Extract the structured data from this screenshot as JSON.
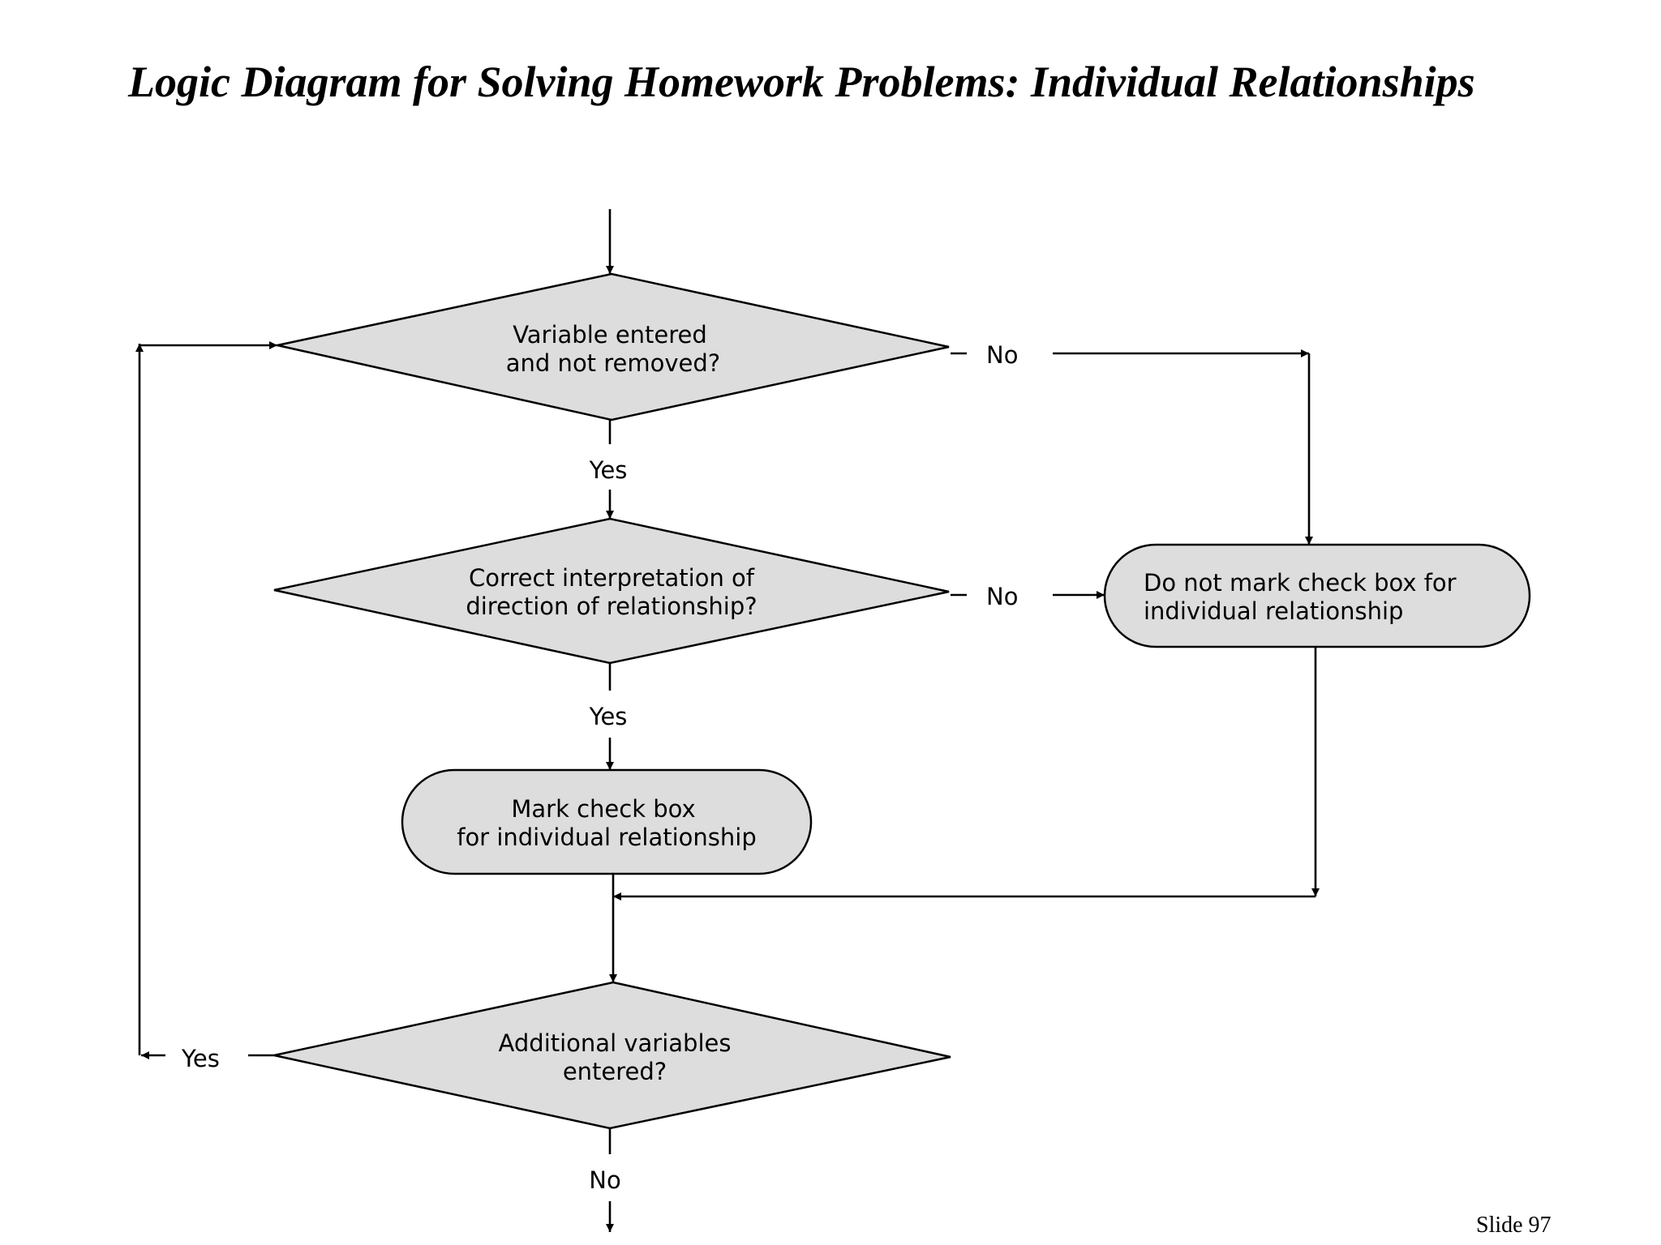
{
  "title": "Logic Diagram for Solving Homework Problems: Individual Relationships",
  "slide_number": "Slide 97",
  "colors": {
    "node_fill": "#dddddd",
    "stroke": "#000000",
    "text": "#000000",
    "background": "#ffffff"
  },
  "nodes": {
    "decision1": {
      "line1": "Variable entered",
      "line2": "and not removed?"
    },
    "decision2": {
      "line1": "Correct interpretation of",
      "line2": "direction of relationship?"
    },
    "mark": {
      "line1": "Mark check box",
      "line2": "for individual relationship"
    },
    "no_mark": {
      "line1": "Do not mark check box for",
      "line2": "individual relationship"
    },
    "decision3": {
      "line1": "Additional variables",
      "line2": "entered?"
    }
  },
  "labels": {
    "d1_no": "No",
    "d1_yes": "Yes",
    "d2_no": "No",
    "d2_yes": "Yes",
    "d3_yes": "Yes",
    "d3_no": "No"
  }
}
